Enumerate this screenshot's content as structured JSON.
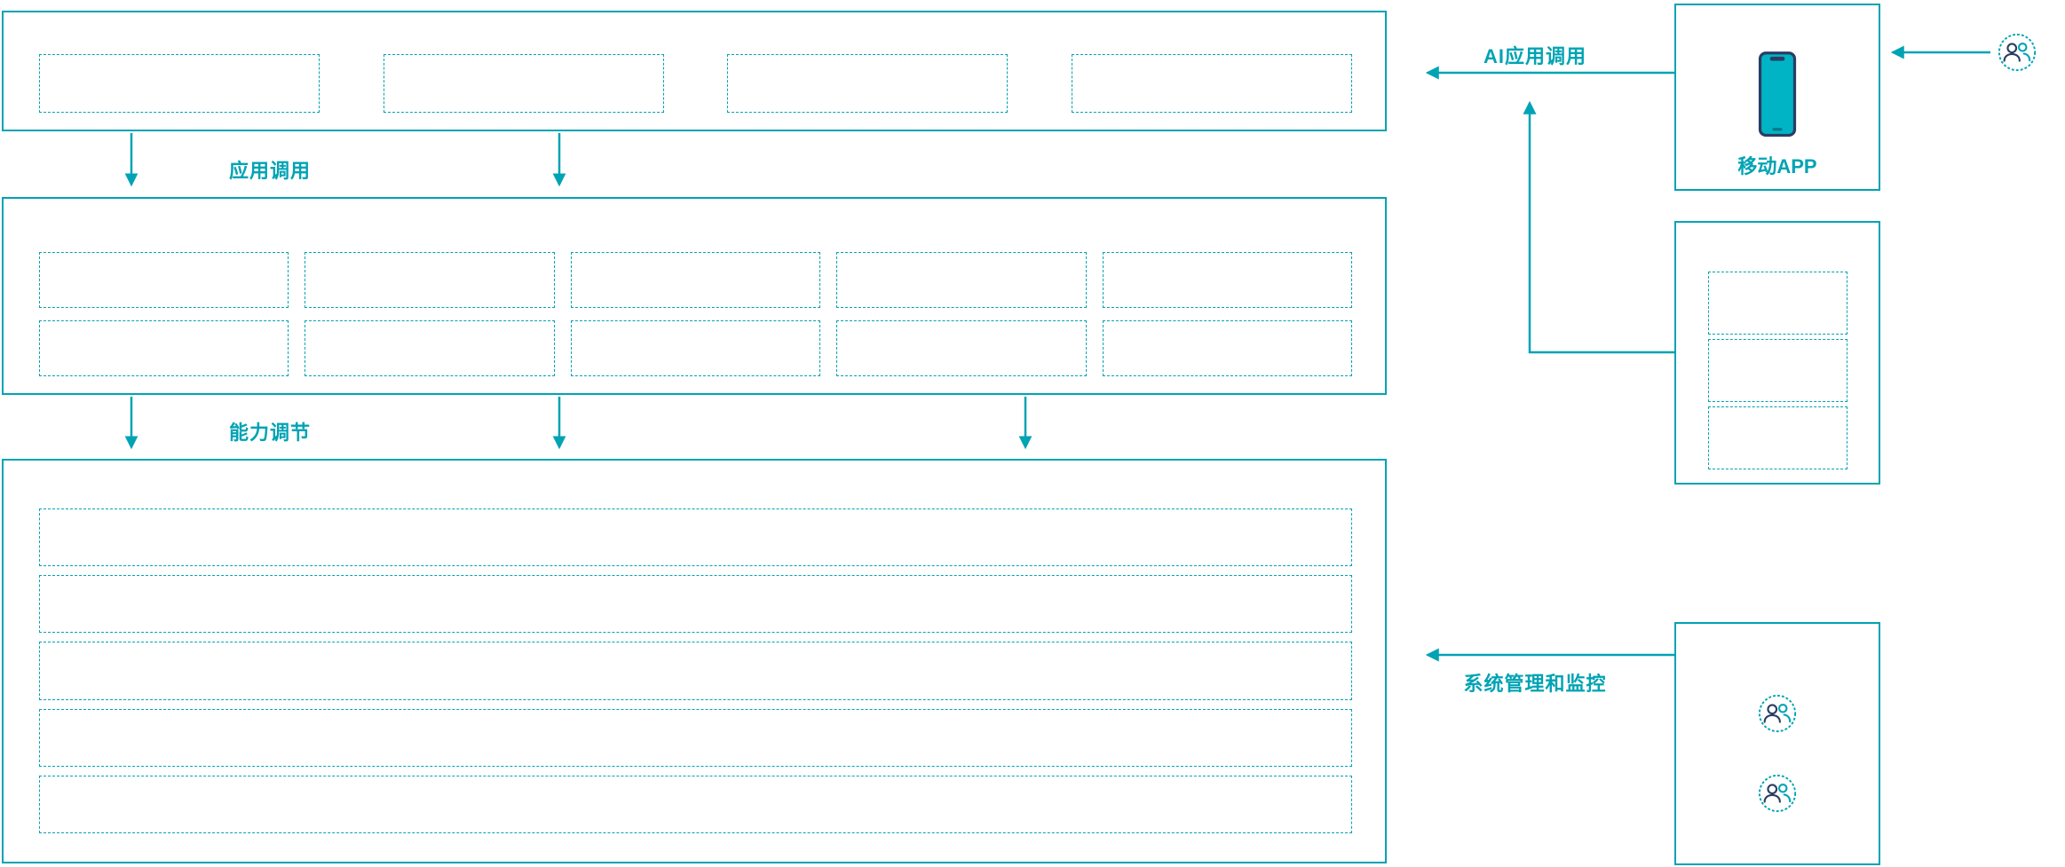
{
  "colors": {
    "accent": "#00a3b4",
    "dark_navy": "#2b3d63",
    "phone_fill": "#00b4c5",
    "background": "#ffffff"
  },
  "labels": {
    "app_call": "应用调用",
    "capability_adjust": "能力调节",
    "ai_app_call": "AI应用调用",
    "system_management": "系统管理和监控",
    "mobile_app": "移动APP"
  },
  "structure": {
    "top_layer_placeholders": 4,
    "middle_layer_rows": 2,
    "middle_layer_columns": 5,
    "bottom_layer_rows": 5,
    "right_service_placeholders": 3,
    "admin_user_icons": 2
  },
  "icons": {
    "smartphone": "smartphone-icon",
    "user_group": "user-group-icon"
  }
}
